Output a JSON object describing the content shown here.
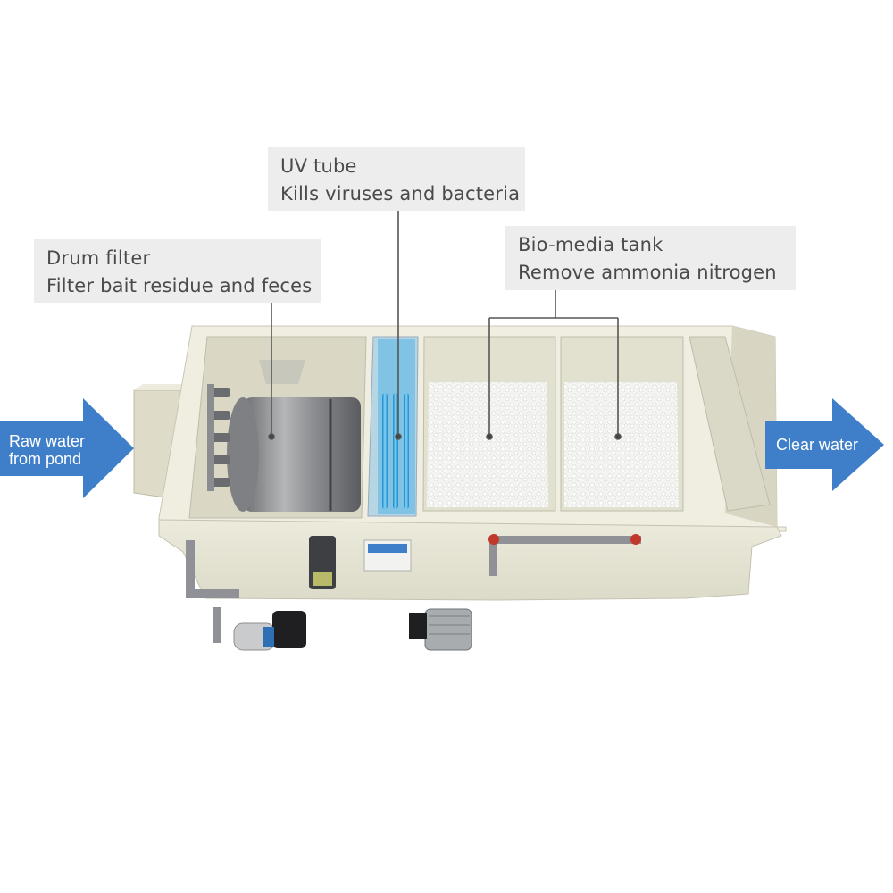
{
  "labels": {
    "drum": {
      "title": "Drum filter",
      "desc": "Filter bait residue and feces"
    },
    "uv": {
      "title": "UV tube",
      "desc": "Kills viruses and bacteria"
    },
    "bio": {
      "title": "Bio-media tank",
      "desc": "Remove ammonia nitrogen"
    }
  },
  "arrows": {
    "inlet_line1": "Raw water",
    "inlet_line2": "from pond",
    "outlet": "Clear water"
  },
  "colors": {
    "arrow_blue": "#3f7fc9",
    "tank_body": "#e9e7d6",
    "label_bg": "#ededed",
    "uv_glow": "#36a9e0"
  }
}
